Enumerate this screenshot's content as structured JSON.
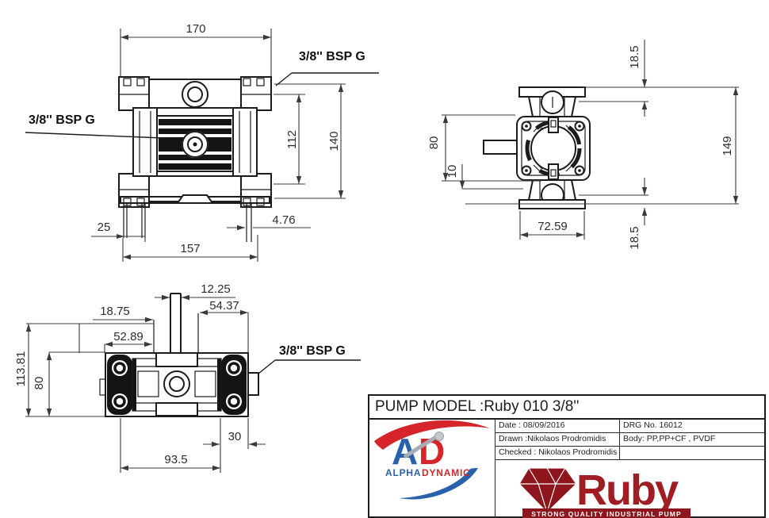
{
  "drawing": {
    "front_view": {
      "dim_width_top": "170",
      "dim_height_inner": "112",
      "dim_height_overall": "140",
      "dim_foot_width": "25",
      "dim_leg_thickness": "4.76",
      "dim_width_bottom": "157",
      "port_label_top": "3/8'' BSP G",
      "port_label_side": "3/8'' BSP G"
    },
    "side_view": {
      "dim_port_top": "18.5",
      "dim_body_height": "80",
      "dim_foot_step": "10",
      "dim_flange_width": "72.59",
      "dim_height_overall": "149",
      "dim_port_bottom": "18.5"
    },
    "top_view": {
      "dim_port_bore": "12.25",
      "dim_center_to_edge": "54.37",
      "dim_pipe_offset": "18.75",
      "dim_body_to_pipe": "52.89",
      "dim_depth_overall": "113.81",
      "dim_body_depth": "80",
      "dim_edge_step": "30",
      "dim_foot_span": "93.5",
      "port_label": "3/8'' BSP G"
    }
  },
  "title_block": {
    "model_label": "PUMP MODEL :Ruby 010  3/8''",
    "fields": [
      {
        "left": "Date : 08/09/2016",
        "right": "DRG No. 16012"
      },
      {
        "left": "Drawn :Nikolaos Prodromidis",
        "right": "Body: PP,PP+CF , PVDF"
      },
      {
        "left": "Checked : Nikolaos Prodromidis",
        "right": ""
      }
    ],
    "alphadynamic_logo": {
      "letter_a": "A",
      "letter_d": "D",
      "word_alpha": "ALPHA",
      "word_dynamic": "DYNAMIC"
    },
    "ruby_logo": {
      "name": "Ruby",
      "tagline": "STRONG QUALITY INDUSTRIAL PUMP"
    }
  },
  "colors": {
    "line": "#1c1c1c",
    "dim": "#3a3a3a",
    "alpha_blue": "#2a61ac",
    "alpha_red": "#d6252a",
    "ruby_red": "#a01d23",
    "ruby_dark": "#8f151c"
  }
}
